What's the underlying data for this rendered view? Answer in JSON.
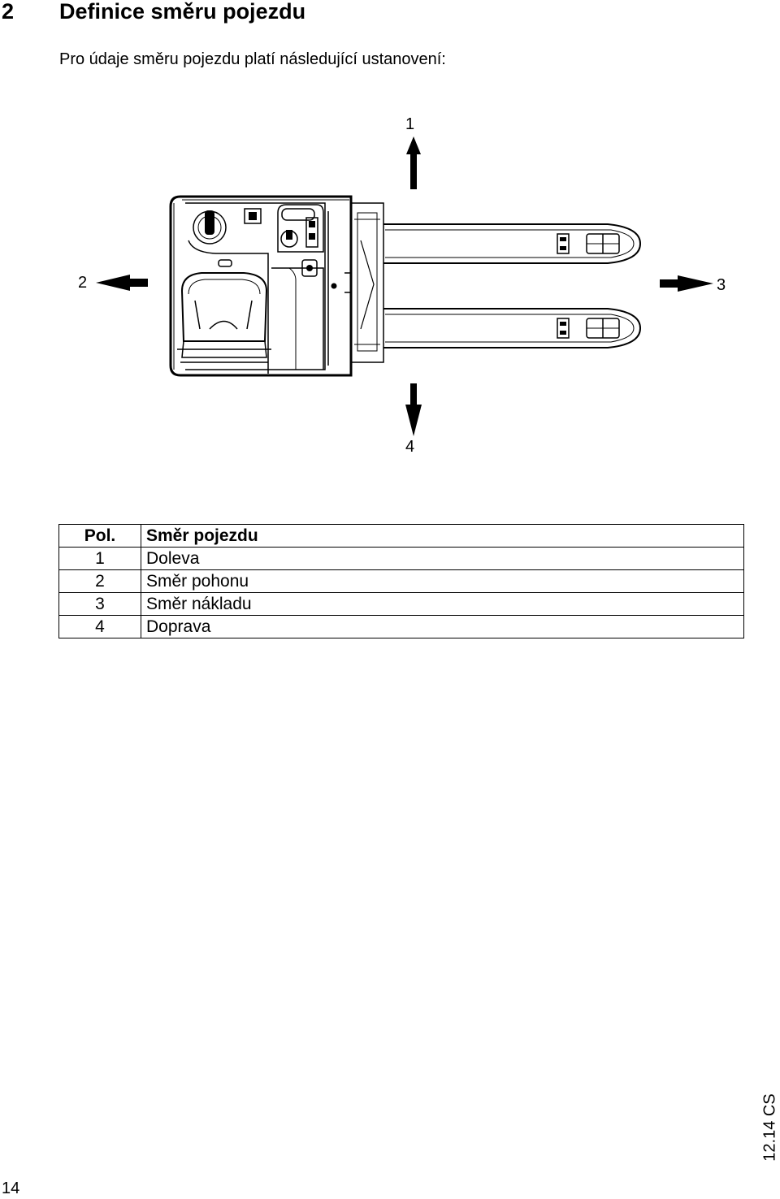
{
  "section": {
    "number": "2",
    "title": "Definice směru pojezdu"
  },
  "intro": "Pro údaje směru pojezdu platí následující ustanovení:",
  "figure": {
    "labels": {
      "up": "1",
      "left": "2",
      "right": "3",
      "down": "4"
    }
  },
  "table": {
    "headers": [
      "Pol.",
      "Směr pojezdu"
    ],
    "rows": [
      [
        "1",
        "Doleva"
      ],
      [
        "2",
        "Směr pohonu"
      ],
      [
        "3",
        "Směr nákladu"
      ],
      [
        "4",
        "Doprava"
      ]
    ]
  },
  "footer": {
    "revision": "12.14 CS",
    "page": "14"
  }
}
